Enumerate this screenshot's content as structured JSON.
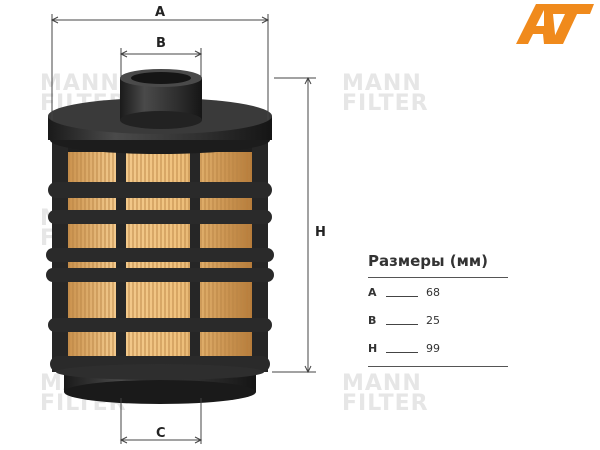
{
  "watermark": {
    "line1": "MANN",
    "line2": "FILTER"
  },
  "logo": {
    "text": "AT",
    "color": "#f08a1c"
  },
  "dimensions_labels": {
    "A": "A",
    "B": "B",
    "C": "C",
    "H": "H"
  },
  "specs": {
    "title": "Размеры (мм)",
    "rows": [
      {
        "key": "A",
        "value": "68"
      },
      {
        "key": "B",
        "value": "25"
      },
      {
        "key": "H",
        "value": "99"
      }
    ]
  },
  "colors": {
    "filter_media": "#e9b872",
    "cage": "#2a2a2a",
    "dim_line": "#444444"
  }
}
